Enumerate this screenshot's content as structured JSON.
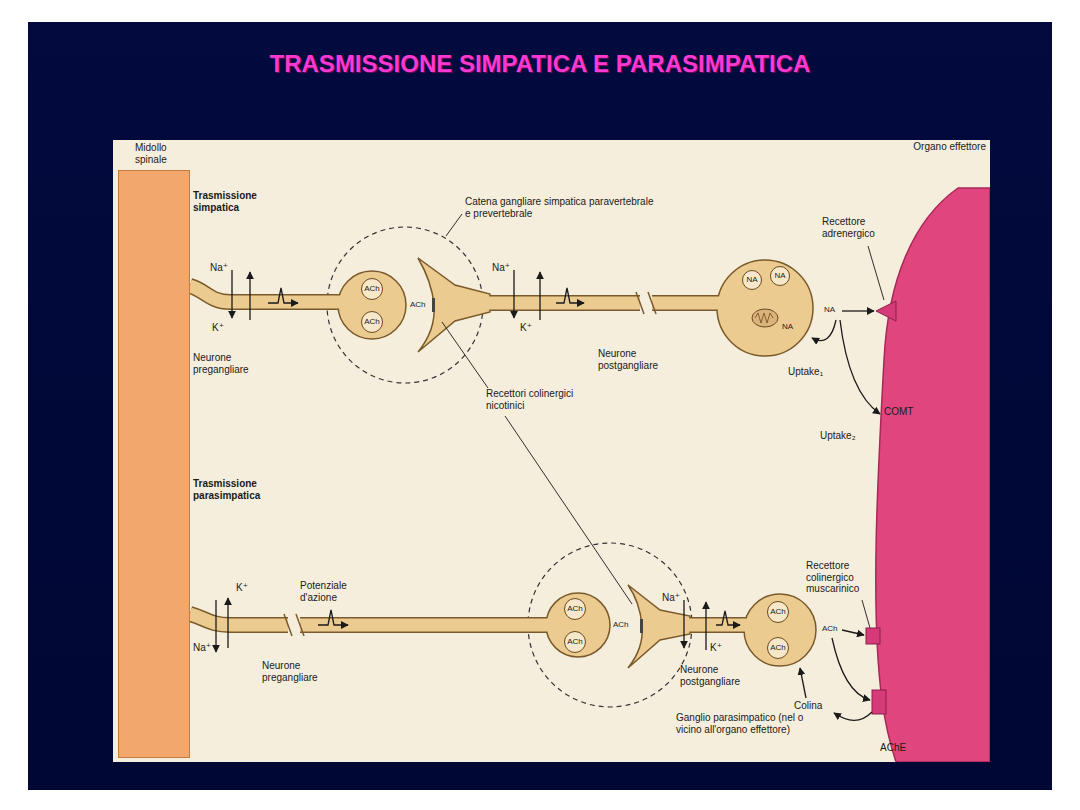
{
  "diagram": {
    "title": "TRASMISSIONE SIMPATICA E PARASIMPATICA",
    "nodes": [
      {
        "text": [
          "Midollo spinale"
        ]
      },
      {
        "text": [
          "ACh"
        ]
      },
      {
        "text": [
          "ACh"
        ]
      },
      {
        "text": [
          "NA"
        ]
      },
      {
        "text": [
          "NA"
        ]
      },
      {
        "text": [
          "Organo effettore"
        ]
      },
      {
        "text": [
          "ACh"
        ]
      },
      {
        "text": [
          "ACh"
        ]
      },
      {
        "text": [
          "ACh"
        ]
      },
      {
        "text": [
          "ACh"
        ]
      }
    ],
    "labels": [
      "Trasmissione simpatica",
      "Catena gangliare simpatica paravertebrale e prevertebrale",
      "Recettore adrenergico",
      "Na⁺",
      "K⁺",
      "ACh",
      "Na⁺",
      "K⁺",
      "NA",
      "NA",
      "Neurone pregangliare",
      "Neurone postgangliare",
      "Uptake₁",
      "Recettori colinergici nicotinici",
      "COMT",
      "Uptake₂",
      "Trasmissione parasimpatica",
      "Potenziale d'azione",
      "Recettore colinergico muscarinico",
      "K⁺",
      "ACh",
      "Na⁺",
      "K⁺",
      "ACh",
      "Na⁺",
      "Neurone pregangliare",
      "Neurone postgangliare",
      "Colina",
      "Ganglio parasimpatico (nel o vicino all'organo effettore)",
      "AChE"
    ]
  }
}
